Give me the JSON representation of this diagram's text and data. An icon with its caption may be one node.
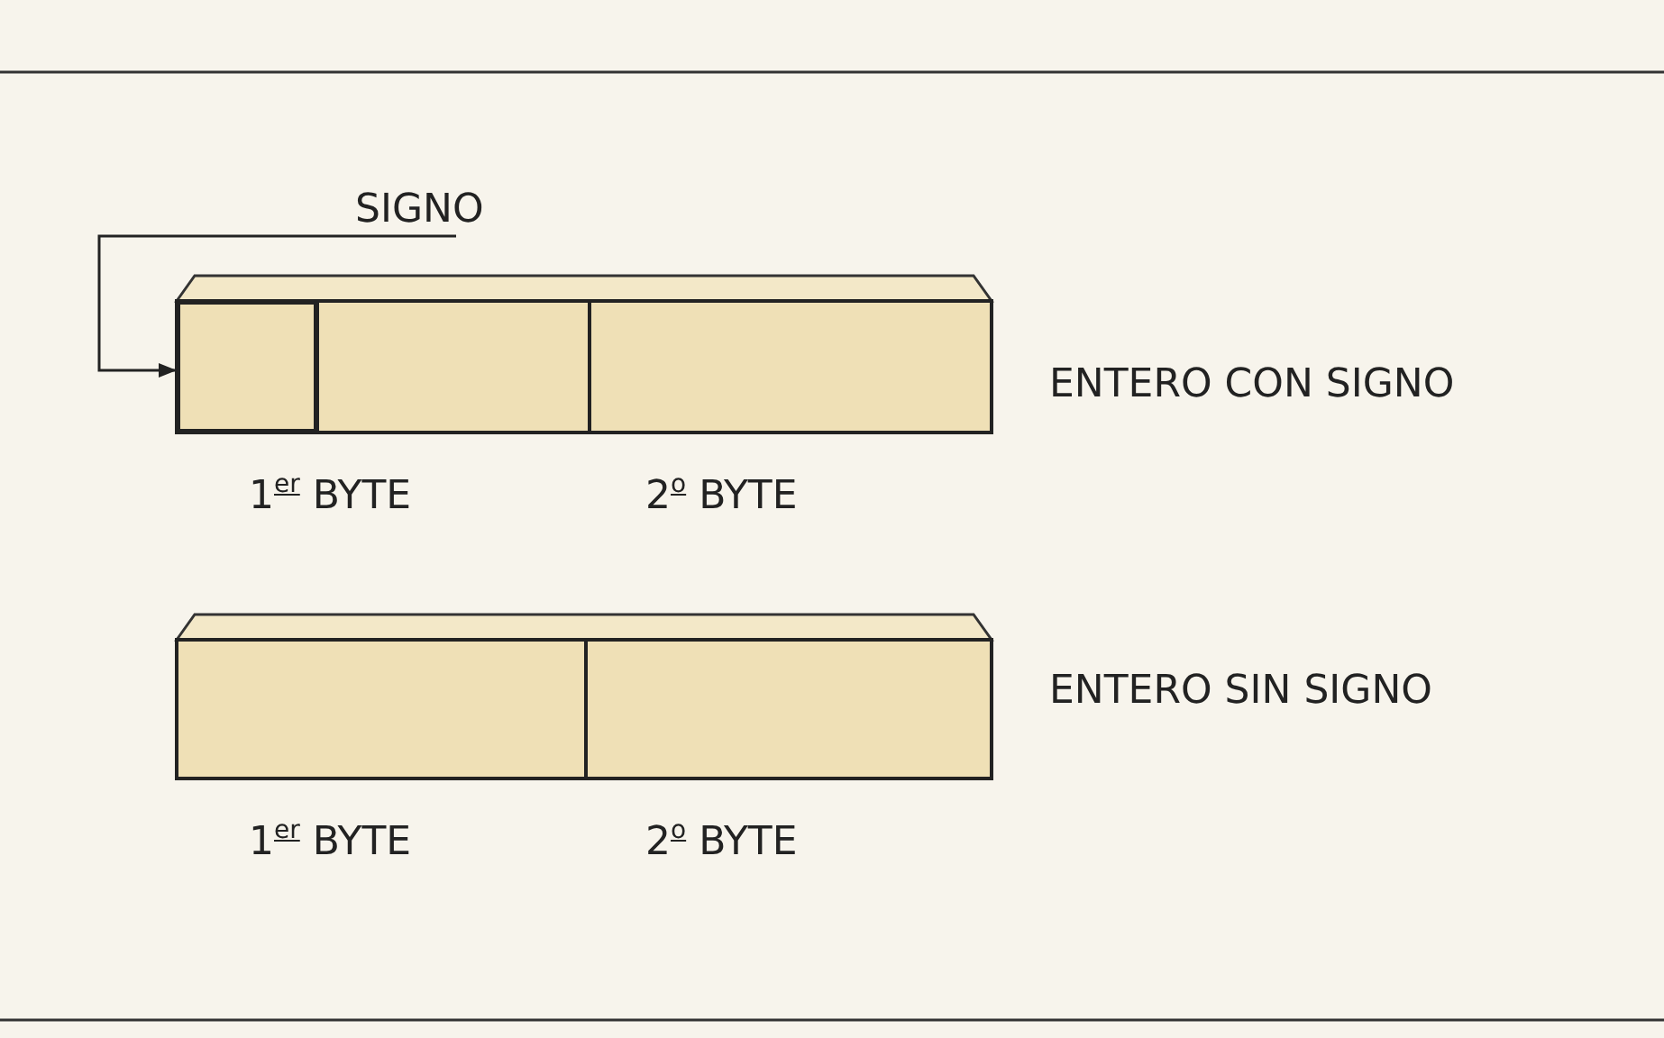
{
  "diagram": {
    "nodes": [
      {
        "text": [
          "SIGNO"
        ]
      },
      {
        "text": [],
        "shape": "box"
      }
    ],
    "edges": [
      {
        "from": 0,
        "to": 1,
        "arrow": "to"
      }
    ],
    "labels": [
      "ENTERO CON SIGNO",
      "1$^{er}$ BYTE",
      "2$^{o}$ BYTE",
      "ENTERO SIN SIGNO",
      "1$^{er}$ BYTE",
      "2$^{o}$ BYTE"
    ]
  }
}
